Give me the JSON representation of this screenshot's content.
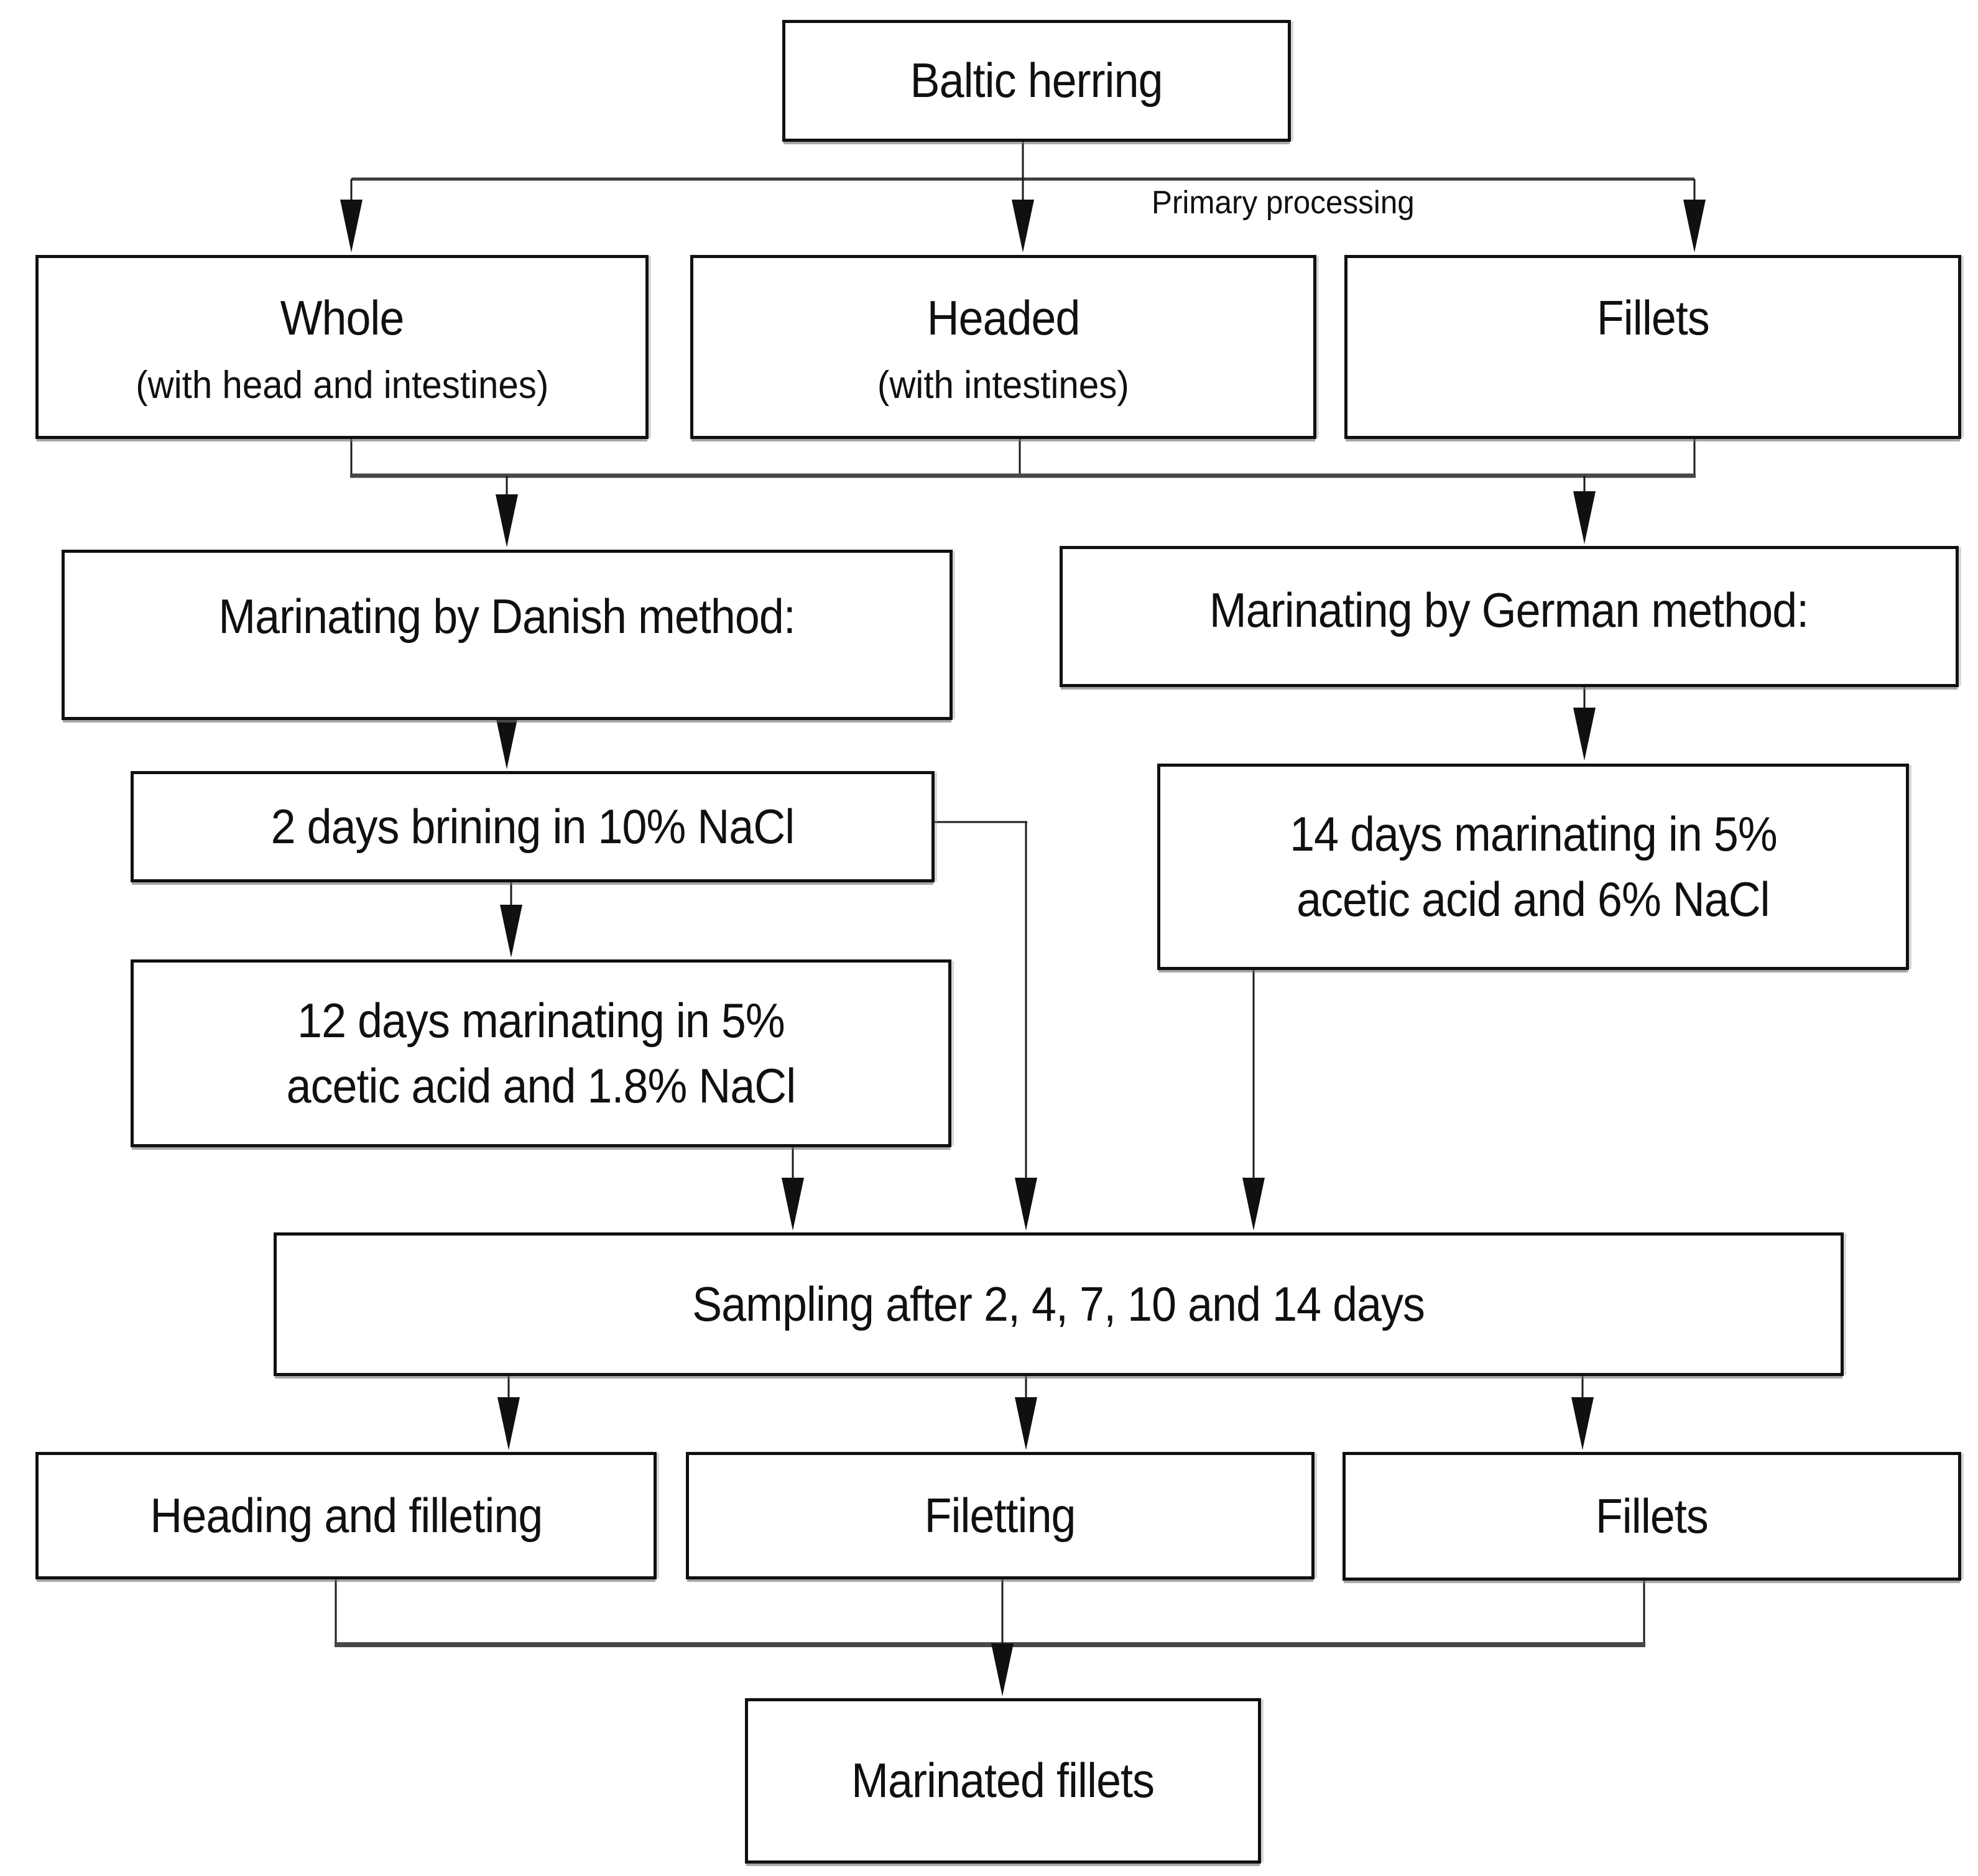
{
  "diagram": {
    "annotation": {
      "primary_processing": "Primary processing"
    },
    "nodes": {
      "baltic_herring": {
        "label": "Baltic herring"
      },
      "whole": {
        "label": "Whole",
        "sublabel": "(with head and intestines)"
      },
      "headed": {
        "label": "Headed",
        "sublabel": "(with intestines)"
      },
      "fillets_top": {
        "label": "Fillets"
      },
      "danish_method": {
        "label": "Marinating by Danish method:"
      },
      "german_method": {
        "label": "Marinating by German method:"
      },
      "brining": {
        "label": "2 days brining in 10% NaCl"
      },
      "danish_marinating": {
        "line1": "12 days marinating in 5%",
        "line2": "acetic acid and 1.8% NaCl"
      },
      "german_marinating": {
        "line1": "14 days marinating in 5%",
        "line2": "acetic acid and 6% NaCl"
      },
      "sampling": {
        "label": "Sampling after 2, 4, 7, 10 and 14 days"
      },
      "heading_filleting": {
        "label": "Heading and filleting"
      },
      "filetting": {
        "label": "Filetting"
      },
      "fillets_bottom": {
        "label": "Fillets"
      },
      "marinated_fillets": {
        "label": "Marinated fillets"
      }
    },
    "colors": {
      "background": "#ffffff",
      "box_border": "#101010",
      "text": "#101010",
      "thin_line": "#1c1c1c",
      "bus_line": "#474747"
    }
  }
}
